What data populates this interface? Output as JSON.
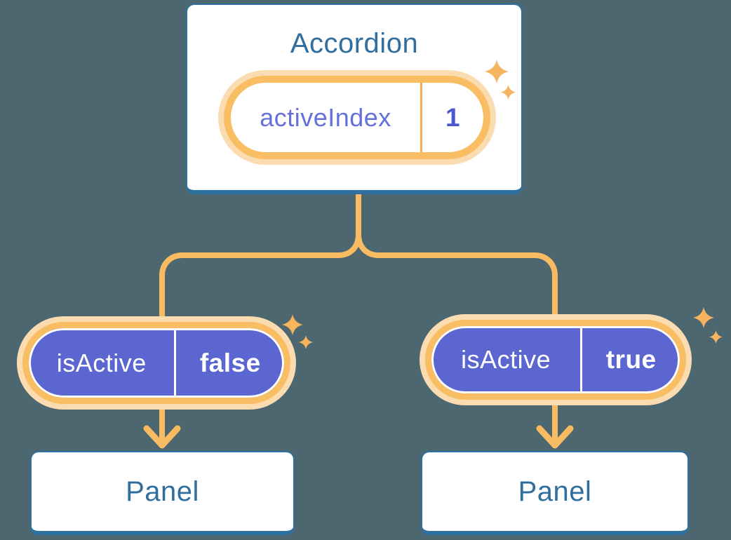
{
  "diagram": {
    "root": {
      "title": "Accordion",
      "state_pill": {
        "label": "activeIndex",
        "value": "1"
      }
    },
    "left_branch": {
      "prop_pill": {
        "label": "isActive",
        "value": "false"
      },
      "panel_title": "Panel"
    },
    "right_branch": {
      "prop_pill": {
        "label": "isActive",
        "value": "true"
      },
      "panel_title": "Panel"
    }
  },
  "icons": {
    "sparkle": "four-point-star"
  },
  "colors": {
    "background": "#4C6770",
    "card_fill": "#FFFFFF",
    "card_border_blue": "#2E71A0",
    "title_blue": "#306E9E",
    "amber_line": "#F8BB62",
    "amber_ring": "#F9BE63",
    "amber_halo": "#FBDCB0",
    "amber_divider": "#F5AB52",
    "purple_fill": "#5C66D0",
    "purple_label_text": "#6571DB",
    "purple_value_text": "#4A59CF",
    "sparkle_amber": "#F7B45F"
  }
}
